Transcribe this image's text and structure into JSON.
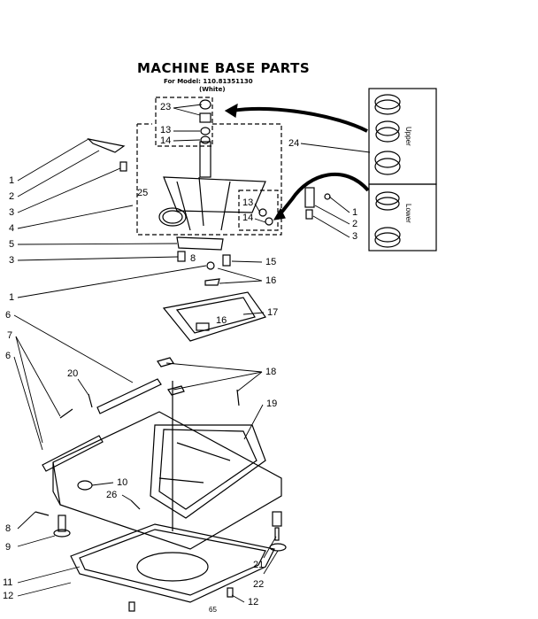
{
  "title": "MACHINE BASE PARTS",
  "model_line": "For Model: 110.81351130",
  "color_line": "(White)",
  "side_labels": {
    "upper": "Upper",
    "lower": "Lower"
  },
  "footer_code": "65",
  "callouts": [
    {
      "id": "c1a",
      "text": "1"
    },
    {
      "id": "c2a",
      "text": "2"
    },
    {
      "id": "c3a",
      "text": "3"
    },
    {
      "id": "c4",
      "text": "4"
    },
    {
      "id": "c5",
      "text": "5"
    },
    {
      "id": "c3b",
      "text": "3"
    },
    {
      "id": "c1b",
      "text": "1"
    },
    {
      "id": "c6a",
      "text": "6"
    },
    {
      "id": "c7",
      "text": "7"
    },
    {
      "id": "c6b",
      "text": "6"
    },
    {
      "id": "c8a",
      "text": "8"
    },
    {
      "id": "c9",
      "text": "9"
    },
    {
      "id": "c11",
      "text": "11"
    },
    {
      "id": "c12a",
      "text": "12"
    },
    {
      "id": "c23",
      "text": "23"
    },
    {
      "id": "c13a",
      "text": "13"
    },
    {
      "id": "c14a",
      "text": "14"
    },
    {
      "id": "c24",
      "text": "24"
    },
    {
      "id": "c25",
      "text": "25"
    },
    {
      "id": "c13b",
      "text": "13"
    },
    {
      "id": "c14b",
      "text": "14"
    },
    {
      "id": "c1c",
      "text": "1"
    },
    {
      "id": "c2b",
      "text": "2"
    },
    {
      "id": "c3c",
      "text": "3"
    },
    {
      "id": "c8b",
      "text": "8"
    },
    {
      "id": "c15",
      "text": "15"
    },
    {
      "id": "c16a",
      "text": "16"
    },
    {
      "id": "c17",
      "text": "17"
    },
    {
      "id": "c16b",
      "text": "16"
    },
    {
      "id": "c18",
      "text": "18"
    },
    {
      "id": "c20",
      "text": "20"
    },
    {
      "id": "c19",
      "text": "19"
    },
    {
      "id": "c10",
      "text": "10"
    },
    {
      "id": "c26",
      "text": "26"
    },
    {
      "id": "c21",
      "text": "21"
    },
    {
      "id": "c22",
      "text": "22"
    },
    {
      "id": "c12b",
      "text": "12"
    }
  ]
}
